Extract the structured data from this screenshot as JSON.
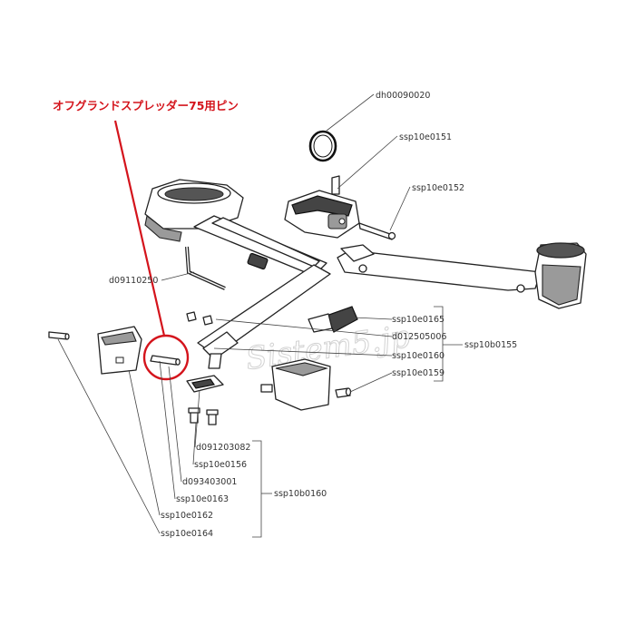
{
  "callout": {
    "title": "オフグランドスプレッダー75用ピン",
    "color": "#d4141c"
  },
  "watermark": "Sistem5.jp",
  "parts": {
    "dh00090020": "dh00090020",
    "ssp10e0151": "ssp10e0151",
    "ssp10e0152": "ssp10e0152",
    "d09110250": "d09110250",
    "ssp10e0165": "ssp10e0165",
    "d012505006": "d012505006",
    "ssp10e0160": "ssp10e0160",
    "ssp10e0159": "ssp10e0159",
    "ssp10b0155": "ssp10b0155",
    "d091203082": "d091203082",
    "ssp10e0156": "ssp10e0156",
    "d093403001": "d093403001",
    "ssp10e0163": "ssp10e0163",
    "ssp10e0162": "ssp10e0162",
    "ssp10e0164": "ssp10e0164",
    "ssp10b0160": "ssp10b0160"
  }
}
